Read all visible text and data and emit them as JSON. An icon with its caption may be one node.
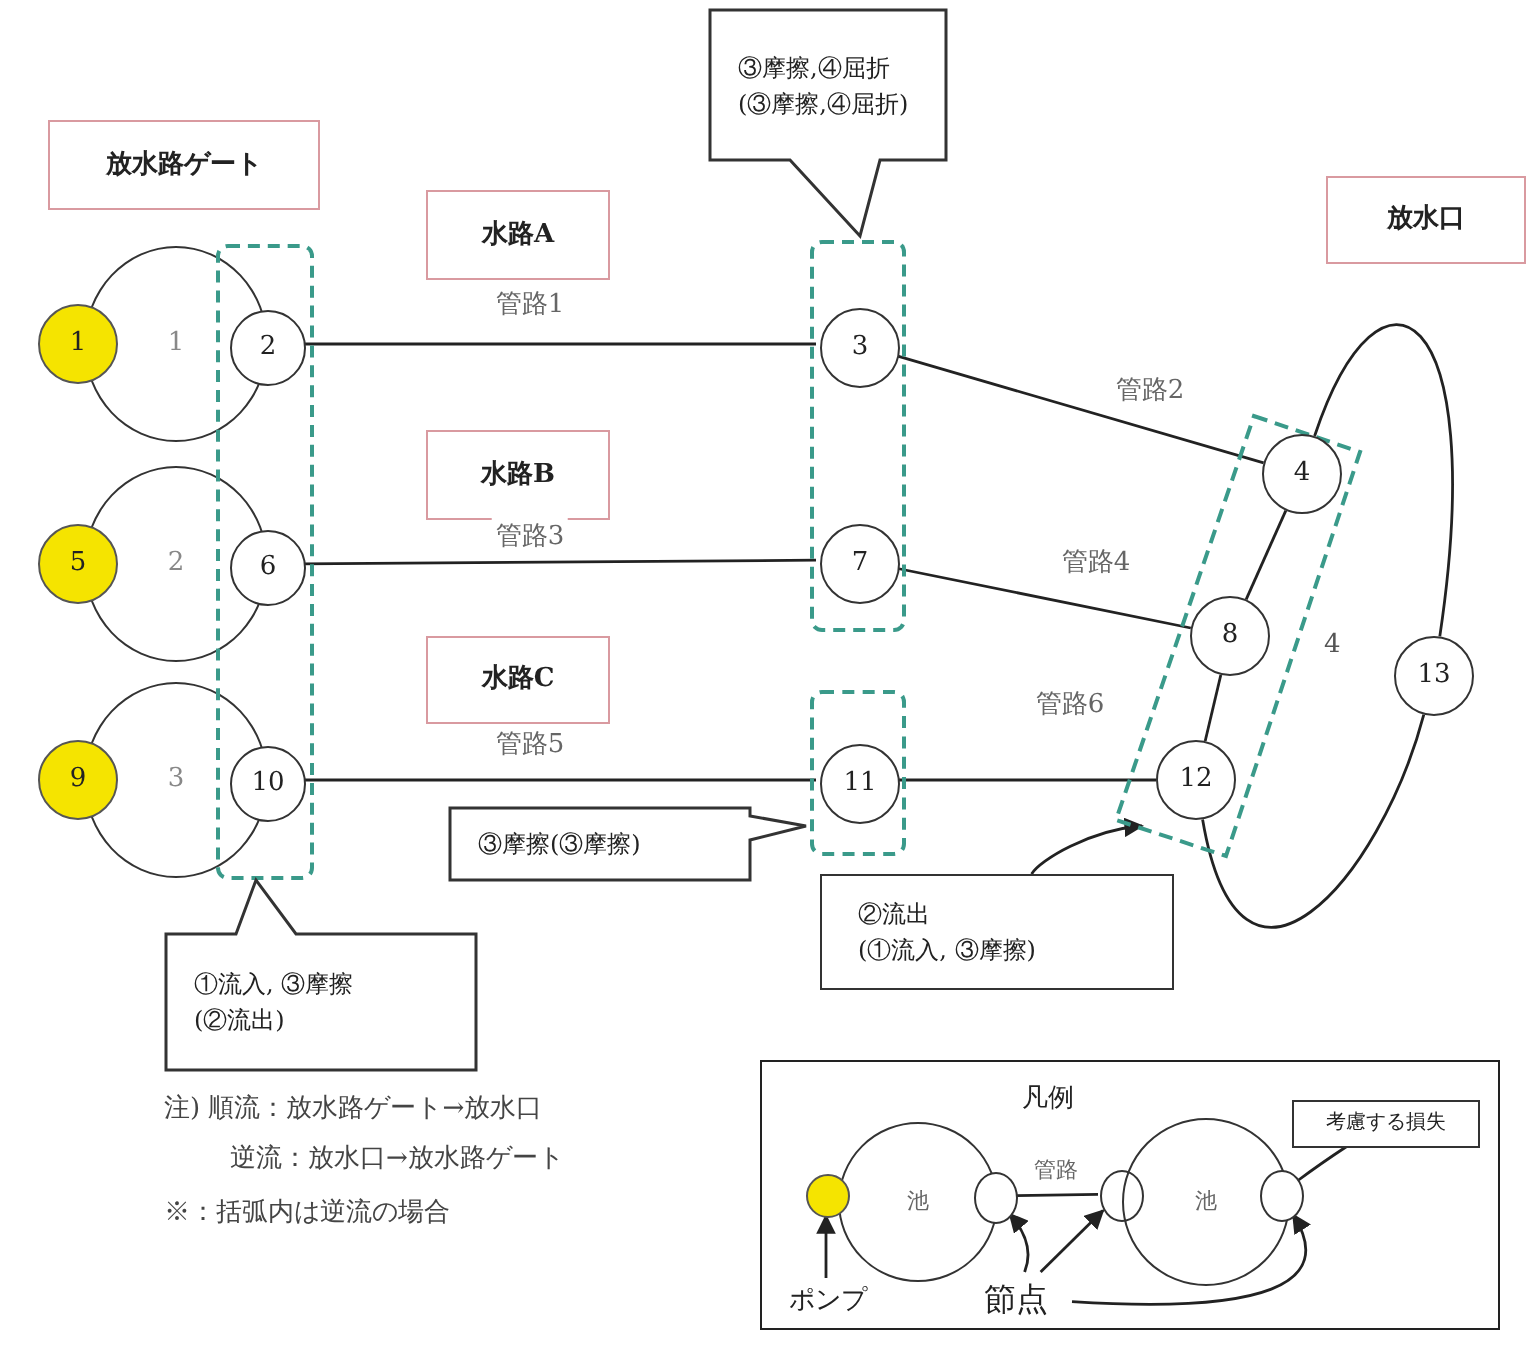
{
  "diagram": {
    "nodes": [
      {
        "text": [
          "放水路ゲート"
        ]
      },
      {
        "text": [
          "水路A"
        ]
      },
      {
        "text": [
          "水路B"
        ]
      },
      {
        "text": [
          "水路C"
        ]
      },
      {
        "text": [
          "放水口"
        ]
      },
      {
        "text": [
          "1"
        ]
      },
      {
        "text": [
          "1"
        ]
      },
      {
        "text": [
          "2"
        ],
        "in": 21
      },
      {
        "text": [
          "2"
        ]
      },
      {
        "text": [
          "5"
        ]
      },
      {
        "text": [
          "6"
        ],
        "in": 21
      },
      {
        "text": [
          "3"
        ]
      },
      {
        "text": [
          "9"
        ]
      },
      {
        "text": [
          "10"
        ],
        "in": 21
      },
      {
        "text": [
          "3"
        ],
        "in": 22
      },
      {
        "text": [
          "7"
        ],
        "in": 22
      },
      {
        "text": [
          "11"
        ],
        "in": 23
      },
      {
        "text": [
          "4"
        ],
        "in": 24
      },
      {
        "text": [
          "8"
        ],
        "in": 24
      },
      {
        "text": [
          "12"
        ],
        "in": 24
      },
      {
        "text": [
          "13"
        ]
      },
      {
        "text": [],
        "shape": "box"
      },
      {
        "text": [],
        "shape": "box"
      },
      {
        "text": [],
        "shape": "box"
      },
      {
        "text": [],
        "shape": "box"
      },
      {
        "text": [
          "③摩擦,④屈折",
          "(③摩擦,④屈折)"
        ]
      },
      {
        "text": [
          "③摩擦(③摩擦)"
        ]
      },
      {
        "text": [
          "②流出",
          "(①流入, ③摩擦)"
        ]
      },
      {
        "text": [
          "①流入, ③摩擦",
          "(②流出)"
        ]
      },
      {
        "text": [
          "凡例"
        ]
      },
      {
        "text": [
          "池"
        ],
        "in": 29
      },
      {
        "text": [],
        "shape": "circle",
        "in": 29
      },
      {
        "text": [],
        "shape": "circle",
        "in": 29
      },
      {
        "text": [],
        "shape": "circle",
        "in": 29
      },
      {
        "text": [
          "池"
        ],
        "in": 29
      },
      {
        "text": [],
        "shape": "circle",
        "in": 29
      },
      {
        "text": [
          "考慮する損失"
        ],
        "in": 29
      },
      {
        "text": [
          "ポンプ"
        ],
        "in": 29
      },
      {
        "text": [
          "節点"
        ],
        "in": 29
      }
    ],
    "edges": [
      {
        "from": 7,
        "to": 14,
        "arrow": "none",
        "label": "管路1"
      },
      {
        "from": 10,
        "to": 15,
        "arrow": "none",
        "label": "管路3"
      },
      {
        "from": 13,
        "to": 16,
        "arrow": "none",
        "label": "管路5"
      },
      {
        "from": 14,
        "to": 17,
        "arrow": "none",
        "label": "管路2"
      },
      {
        "from": 15,
        "to": 18,
        "arrow": "none",
        "label": "管路4"
      },
      {
        "from": 16,
        "to": 19,
        "arrow": "none",
        "label": "管路6"
      },
      {
        "from": 17,
        "to": 18,
        "arrow": "none"
      },
      {
        "from": 18,
        "to": 19,
        "arrow": "none"
      },
      {
        "from": 17,
        "to": 20,
        "arrow": "none"
      },
      {
        "from": 20,
        "to": 19,
        "arrow": "none"
      },
      {
        "from": 27,
        "to": 24,
        "arrow": "to"
      },
      {
        "from": 32,
        "to": 33,
        "arrow": "none",
        "label": "管路"
      },
      {
        "from": 37,
        "to": 31,
        "arrow": "to"
      },
      {
        "from": 38,
        "to": 32,
        "arrow": "to"
      },
      {
        "from": 38,
        "to": 33,
        "arrow": "to"
      },
      {
        "from": 38,
        "to": 35,
        "arrow": "to"
      },
      {
        "from": 36,
        "to": 35,
        "arrow": "none"
      }
    ],
    "labels": [
      "4",
      "注) 順流：放水路ゲート→放水口",
      "逆流：放水口→放水路ゲート",
      "※：括弧内は逆流の場合"
    ]
  }
}
